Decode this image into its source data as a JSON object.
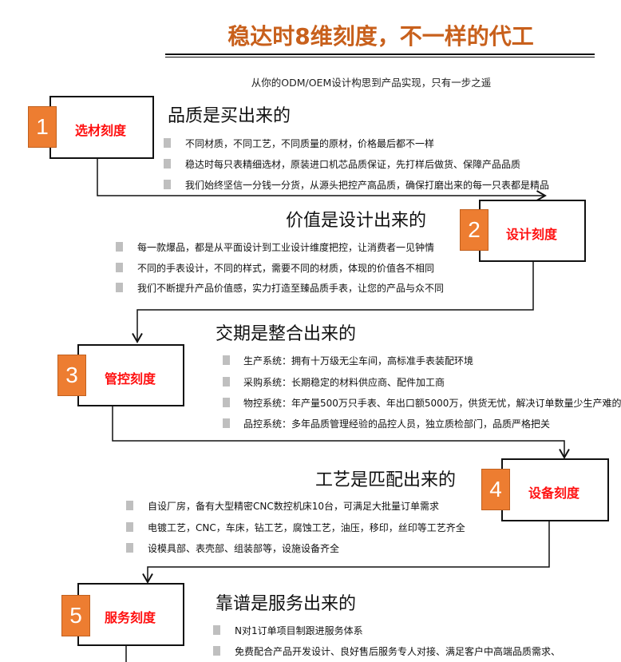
{
  "title": "稳达时8维刻度，不一样的代工",
  "subtitle": "从你的ODM/OEM设计构思到产品实现，只有一步之遥",
  "colors": {
    "title": "#c8601c",
    "badge": "#ed7d31",
    "label": "#ff1010",
    "bullet": "#bfbfbf"
  },
  "steps": [
    {
      "number": "1",
      "label": "选材刻度",
      "heading": "品质是买出来的",
      "bullets": [
        "不同材质，不同工艺，不同质量的原材，价格最后都不一样",
        "稳达时每只表精细选材，原装进口机芯品质保证，先打样后做货、保障产品品质",
        "我们始终坚信一分钱一分货，从源头把控产高品质，确保打磨出来的每一只表都是精品"
      ]
    },
    {
      "number": "2",
      "label": "设计刻度",
      "heading": "价值是设计出来的",
      "bullets": [
        "每一款爆品，都是从平面设计到工业设计维度把控，让消费者一见钟情",
        "不同的手表设计，不同的样式，需要不同的材质，体现的价值各不相同",
        "我们不断提升产品价值感，实力打造至臻品质手表，让您的产品与众不同"
      ]
    },
    {
      "number": "3",
      "label": "管控刻度",
      "heading": "交期是整合出来的",
      "bullets": [
        "生产系统：拥有十万级无尘车间，高标准手表装配环境",
        "采购系统：长期稳定的材料供应商、配件加工商",
        "物控系统：年产量500万只手表、年出口额5000万，供货无忧，解决订单数量少生产难的问",
        "品控系统：多年品质管理经验的品控人员，独立质检部门，品质严格把关"
      ]
    },
    {
      "number": "4",
      "label": "设备刻度",
      "heading": "工艺是匹配出来的",
      "bullets": [
        "自设厂房，备有大型精密CNC数控机床10台，可满足大批量订单需求",
        "电镀工艺，CNC，车床，钻工艺，腐蚀工艺，油压，移印，丝印等工艺齐全",
        "设模具部、表壳部、组装部等，设施设备齐全"
      ]
    },
    {
      "number": "5",
      "label": "服务刻度",
      "heading": "靠谱是服务出来的",
      "bullets": [
        "N对1订单项目制跟进服务体系",
        "免费配合产品开发设计、良好售后服务专人对接、满足客户中高端品质需求、"
      ]
    }
  ]
}
